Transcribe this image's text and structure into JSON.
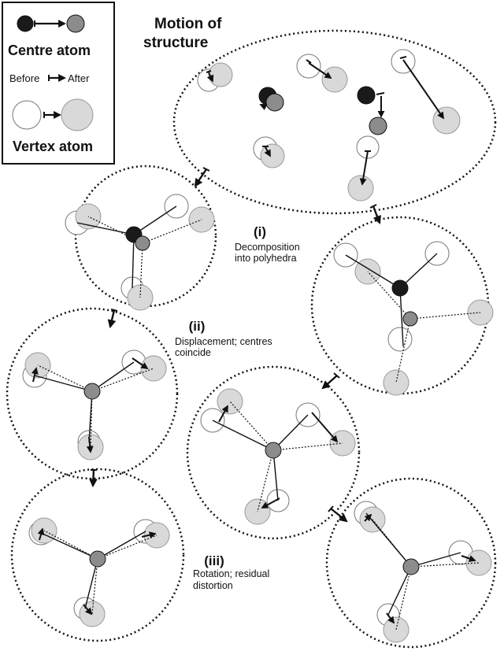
{
  "legend": {
    "centre_atom_label": "Centre atom",
    "before_label": "Before",
    "after_label": "After",
    "vertex_atom_label": "Vertex atom"
  },
  "title": {
    "line1": "Motion of",
    "line2": "structure"
  },
  "steps": [
    {
      "numeral": "(i)",
      "line1": "Decomposition",
      "line2": "into polyhedra"
    },
    {
      "numeral": "(ii)",
      "line1": "Displacement; centres",
      "line2": "coincide"
    },
    {
      "numeral": "(iii)",
      "line1": "Rotation; residual",
      "line2": "distortion"
    }
  ],
  "colors": {
    "centre_before": "#1a1a1a",
    "centre_after": "#8c8c8c",
    "vertex_before": "#ffffff",
    "vertex_after": "#d9d9d9",
    "stroke": "#111111"
  }
}
